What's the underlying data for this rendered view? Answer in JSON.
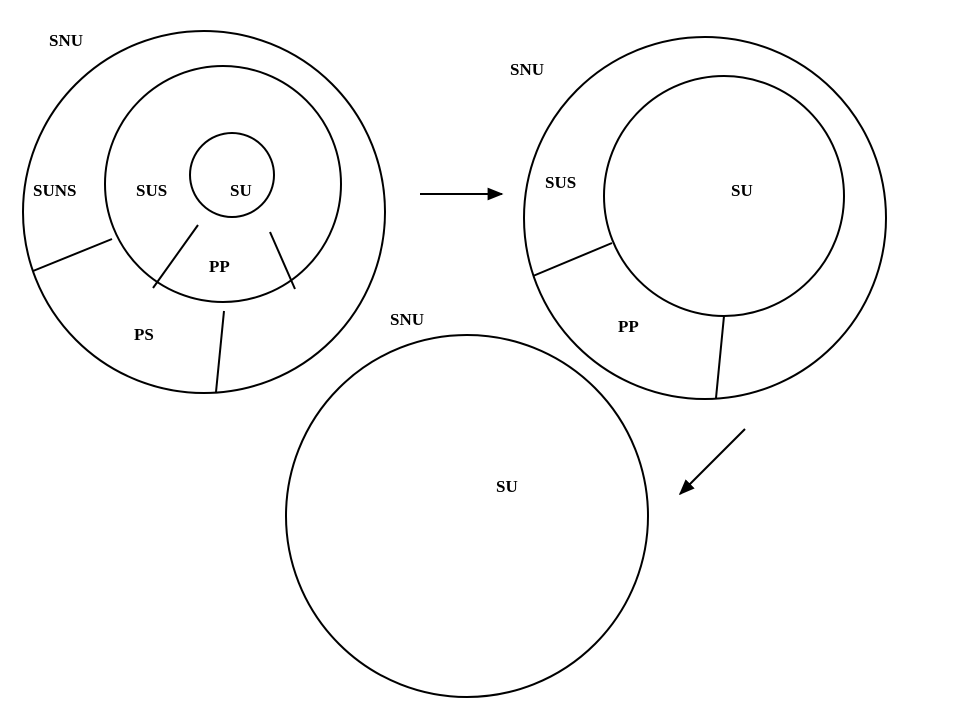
{
  "colors": {
    "stroke": "#000000",
    "background": "#ffffff",
    "text": "#000000"
  },
  "diagram1": {
    "outer_label": "SNU",
    "ring_label": "SUNS",
    "middle_label": "SUS",
    "inner_label": "SU",
    "inner_sector_label": "PP",
    "outer_sector_label": "PS"
  },
  "diagram2": {
    "outer_label": "SNU",
    "ring_label": "SUS",
    "inner_label": "SU",
    "sector_label": "PP"
  },
  "diagram3": {
    "outer_label": "SNU",
    "inner_label": "SU"
  }
}
